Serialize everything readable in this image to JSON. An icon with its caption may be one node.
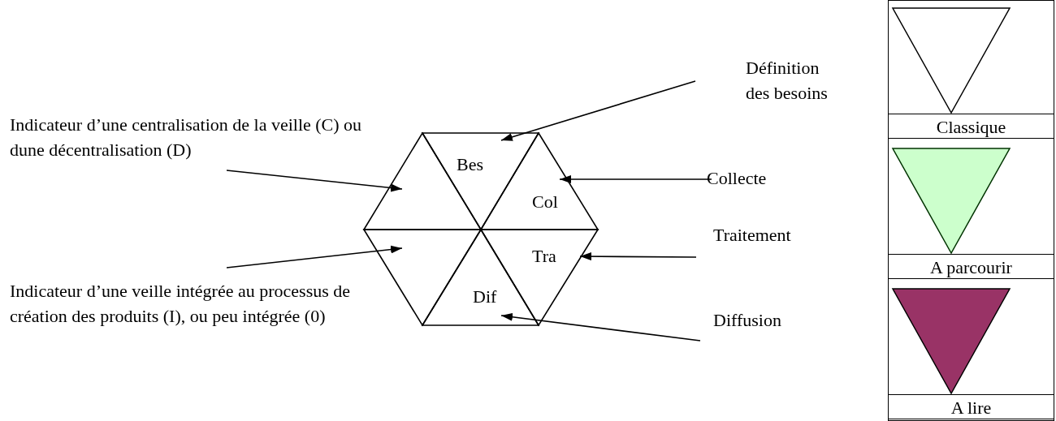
{
  "diagram": {
    "nodes": [
      {
        "text": [
          "Indicateur d’une centralisation de la veille (C) ou dune décentralisation (D)"
        ]
      },
      {
        "text": [
          "Indicateur d’une veille intégrée au processus de création des produits (I), ou peu intégrée (0)"
        ]
      },
      {
        "text": [],
        "shape": "triangle"
      },
      {
        "text": [
          "Bes"
        ]
      },
      {
        "text": [
          "Col"
        ]
      },
      {
        "text": [],
        "shape": "triangle"
      },
      {
        "text": [
          "Dif"
        ]
      },
      {
        "text": [
          "Tra"
        ]
      },
      {
        "text": [
          "Définition des besoins"
        ]
      },
      {
        "text": [
          "Collecte"
        ]
      },
      {
        "text": [
          "Traitement"
        ]
      },
      {
        "text": [
          "Diffusion"
        ]
      }
    ],
    "edges": [
      {
        "from": 0,
        "to": 2,
        "arrow": "to"
      },
      {
        "from": 1,
        "to": 5,
        "arrow": "to"
      },
      {
        "from": 8,
        "to": 3,
        "arrow": "to"
      },
      {
        "from": 9,
        "to": 4,
        "arrow": "to"
      },
      {
        "from": 10,
        "to": 7,
        "arrow": "to"
      },
      {
        "from": 11,
        "to": 6,
        "arrow": "to"
      }
    ],
    "legend": [
      {
        "text": "Classique",
        "color": "#ffffff"
      },
      {
        "text": "A parcourir",
        "color": "#ccffcc"
      },
      {
        "text": "A lire",
        "color": "#993366"
      }
    ]
  }
}
